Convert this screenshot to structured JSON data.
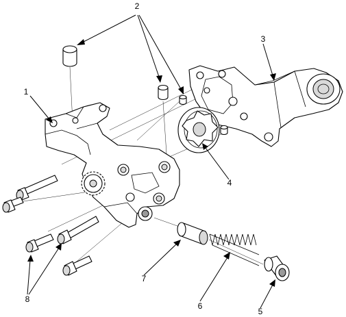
{
  "callouts": {
    "dowel_pins": "2",
    "oil_pump_body": "1",
    "oil_screen": "3",
    "inner_rotor": "4",
    "relief_valve_plug": "5",
    "relief_spring": "6",
    "relief_valve": "7",
    "flange_bolts": "8"
  }
}
